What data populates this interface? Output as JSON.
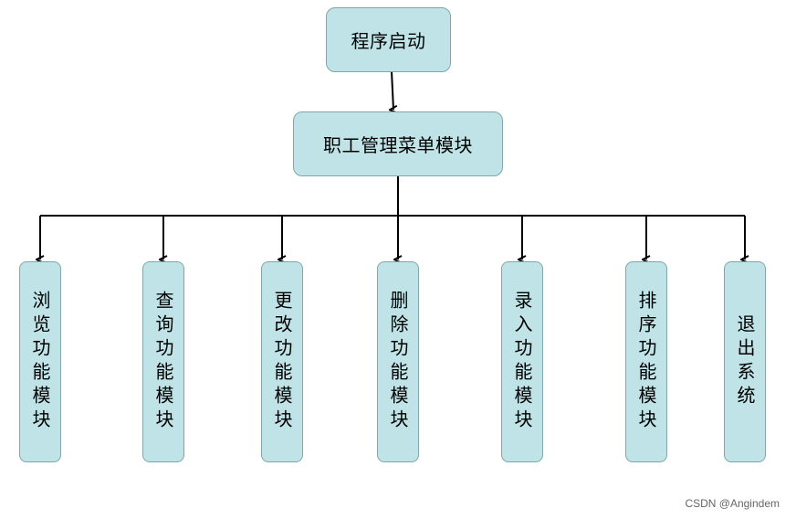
{
  "diagram": {
    "root": "程序启动",
    "menu": "职工管理菜单模块",
    "modules": [
      "浏览功能模块",
      "查询功能模块",
      "更改功能模块",
      "删除功能模块",
      "录入功能模块",
      "排序功能模块",
      "退出系统"
    ]
  },
  "watermark": "CSDN @Angindem",
  "colors": {
    "node_fill": "#bfe3e6",
    "node_border": "#7fa7aa",
    "connector": "#000000"
  }
}
